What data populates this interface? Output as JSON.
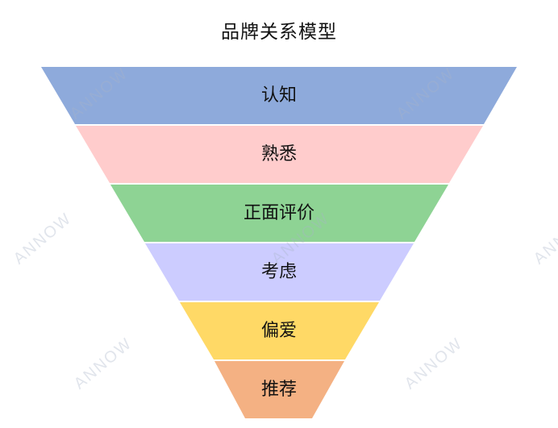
{
  "title": "品牌关系模型",
  "layers": [
    {
      "label": "认知",
      "color": "#8eaadb"
    },
    {
      "label": "熟悉",
      "color": "#ffcccc"
    },
    {
      "label": "正面评价",
      "color": "#8ed394"
    },
    {
      "label": "考虑",
      "color": "#ccccff"
    },
    {
      "label": "偏爱",
      "color": "#ffd966"
    },
    {
      "label": "推荐",
      "color": "#f4b183"
    }
  ],
  "watermark": "ANNOW"
}
